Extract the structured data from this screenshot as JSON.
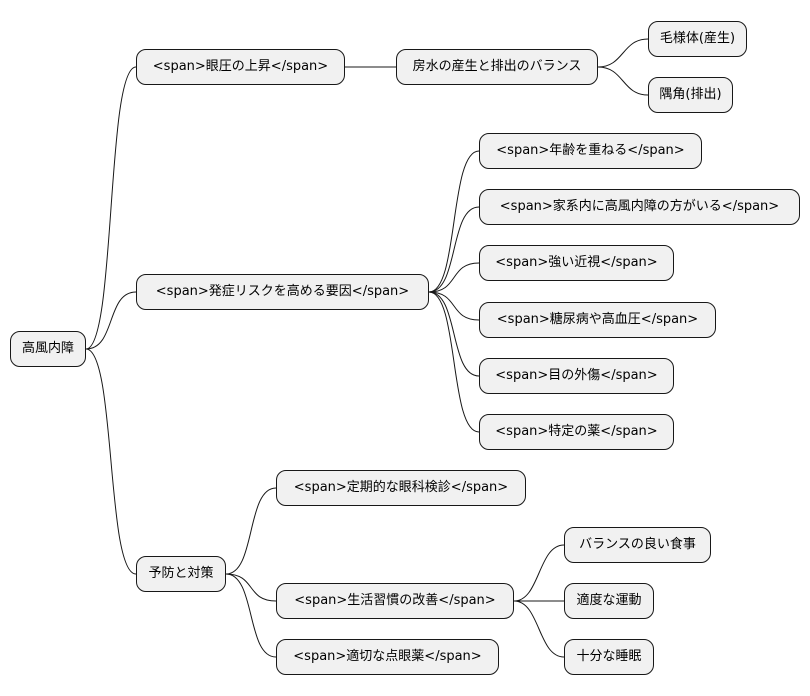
{
  "mindmap": {
    "root": "高風内障",
    "rise": {
      "label": "<span>眼圧の上昇</span>",
      "balance": {
        "label": "房水の産生と排出のバランス",
        "production": "毛様体(産生)",
        "drainage": "隅角(排出)"
      }
    },
    "risk": {
      "label": "<span>発症リスクを高める要因</span>",
      "items": [
        "<span>年齢を重ねる</span>",
        "<span>家系内に高風内障の方がいる</span>",
        "<span>強い近視</span>",
        "<span>糖尿病や高血圧</span>",
        "<span>目の外傷</span>",
        "<span>特定の薬</span>"
      ]
    },
    "prevention": {
      "label": "予防と対策",
      "checkup": "<span>定期的な眼科検診</span>",
      "lifestyle": {
        "label": "<span>生活習慣の改善</span>",
        "items": [
          "バランスの良い食事",
          "適度な運動",
          "十分な睡眠"
        ]
      },
      "eyedrops": "<span>適切な点眼薬</span>"
    }
  }
}
